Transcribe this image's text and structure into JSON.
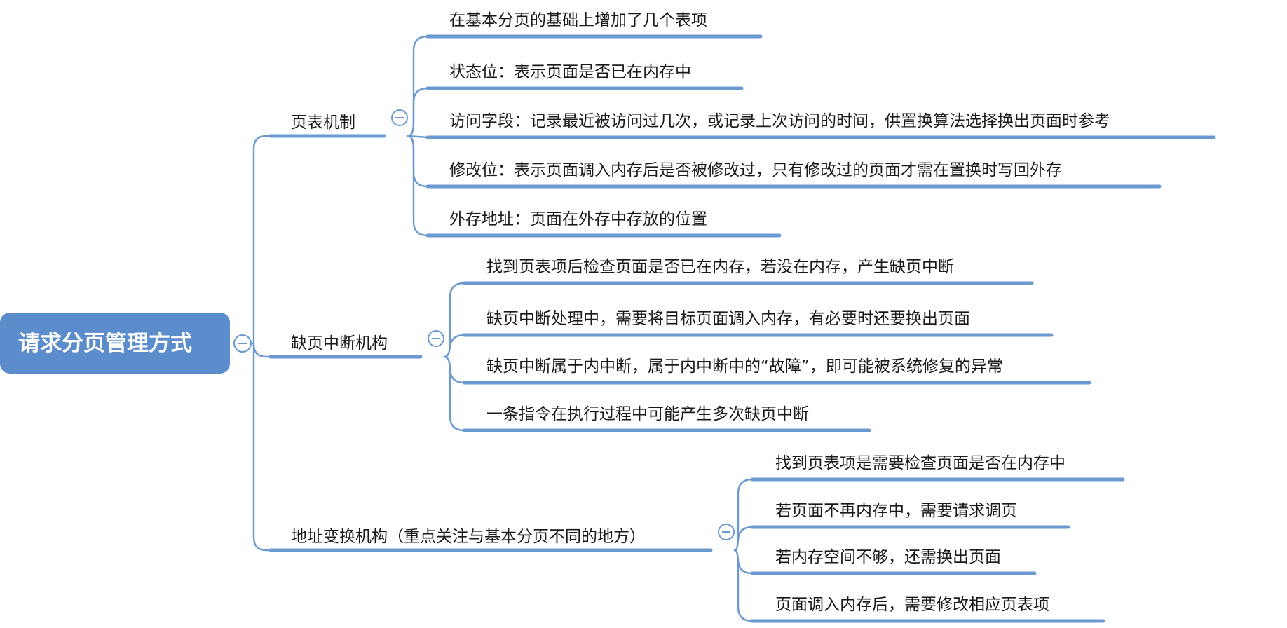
{
  "root": {
    "label": "请求分页管理方式",
    "color": "#5b8ccc"
  },
  "branches": [
    {
      "label": "页表机制",
      "children": [
        "在基本分页的基础上增加了几个表项",
        "状态位：表示页面是否已在内存中",
        "访问字段：记录最近被访问过几次，或记录上次访问的时间，供置换算法选择换出页面时参考",
        "修改位：表示页面调入内存后是否被修改过，只有修改过的页面才需在置换时写回外存",
        "外存地址：页面在外存中存放的位置"
      ]
    },
    {
      "label": "缺页中断机构",
      "children": [
        "找到页表项后检查页面是否已在内存，若没在内存，产生缺页中断",
        "缺页中断处理中，需要将目标页面调入内存，有必要时还要换出页面",
        "缺页中断属于内中断，属于内中断中的“故障”，即可能被系统修复的异常",
        "一条指令在执行过程中可能产生多次缺页中断"
      ]
    },
    {
      "label": "地址变换机构（重点关注与基本分页不同的地方）",
      "children": [
        "找到页表项是需要检查页面是否在内存中",
        "若页面不再内存中，需要请求调页",
        "若内存空间不够，还需换出页面",
        "页面调入内存后，需要修改相应页表项"
      ]
    }
  ],
  "line_color": "#6b9ad1"
}
